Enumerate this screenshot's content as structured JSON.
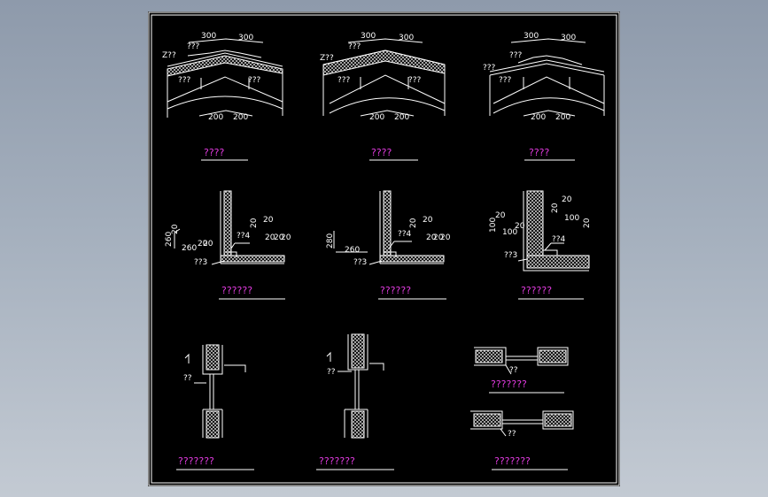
{
  "colors": {
    "sheet": "#000000",
    "line": "#ffffff",
    "title": "#e23be0",
    "background": "#9aa5b4"
  },
  "row1": {
    "d1": {
      "dims_top": [
        "300",
        "300"
      ],
      "dims_bottom": [
        "200",
        "200"
      ],
      "labels": [
        "Z??",
        "???",
        "???",
        "???"
      ],
      "title": "????"
    },
    "d2": {
      "dims_top": [
        "300",
        "300"
      ],
      "dims_bottom": [
        "200",
        "200"
      ],
      "labels": [
        "Z??",
        "???",
        "???",
        "???"
      ],
      "title": "????"
    },
    "d3": {
      "dims_top": [
        "300",
        "300"
      ],
      "dims_bottom": [
        "200",
        "200"
      ],
      "labels": [
        "???",
        "???",
        "???"
      ],
      "title": "????"
    }
  },
  "row2": {
    "d1": {
      "dims": [
        "260",
        "20",
        "260",
        "20",
        "20",
        "20",
        "20",
        "20",
        "20",
        "20"
      ],
      "labels": [
        "??4",
        "??3"
      ],
      "title": "??????"
    },
    "d2": {
      "dims": [
        "280",
        "260",
        "20",
        "20",
        "20",
        "20",
        "20"
      ],
      "labels": [
        "??4",
        "??3"
      ],
      "title": "??????"
    },
    "d3": {
      "dims": [
        "100",
        "20",
        "100",
        "20",
        "20",
        "100",
        "20",
        "20"
      ],
      "labels": [
        "??4",
        "??3"
      ],
      "title": "??????"
    }
  },
  "row3": {
    "d1": {
      "labels": [
        "??"
      ],
      "title": "???????"
    },
    "d2": {
      "labels": [
        "??"
      ],
      "title": "???????"
    },
    "d3a": {
      "labels": [
        "??"
      ],
      "title": "???????"
    },
    "d3b": {
      "labels": [
        "??"
      ],
      "title": "???????"
    }
  }
}
